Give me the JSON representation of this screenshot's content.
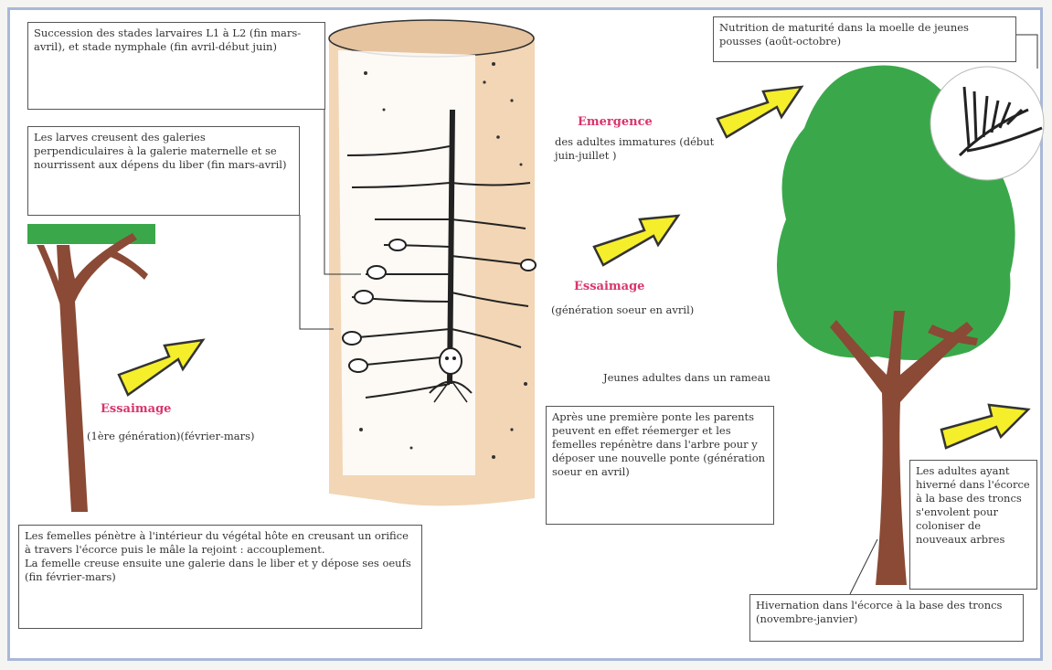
{
  "boxes": {
    "larval_stages": "Succession des stades larvaires L1 à L2 (fin mars-avril), et stade nymphale (fin avril-début juin)",
    "larvae_galleries": "Les larves creusent des galeries perpendiculaires à la galerie maternelle et se nourrissent aux dépens du liber (fin mars-avril)",
    "maturation": "Nutrition de maturité dans la moelle de jeunes pousses (août-octobre)",
    "second_laying": "Après une première ponte les parents peuvent en effet réemerger et les femelles repénètre dans l'arbre pour y déposer une nouvelle ponte (génération soeur en avril)",
    "females_penetrate_1": "Les femelles pénètre à l'intérieur du végétal hôte en creusant un orifice à travers l'écorce puis le mâle la rejoint : accouplement.",
    "females_penetrate_2": "La femelle creuse ensuite une galerie dans le liber et y dépose ses oeufs (fin février-mars)",
    "adults_overwinter": "Les adultes ayant hiverné dans l'écorce à la base des troncs s'envolent pour coloniser de nouveaux arbres",
    "hibernation": "Hivernation dans l'écorce à la base des troncs (novembre-janvier)"
  },
  "labels": {
    "emergence_title": "Emergence",
    "emergence_text": "des adultes immatures (début juin-juillet )",
    "essaimage_right_title": "Essaimage",
    "essaimage_right_text": "(génération soeur en avril)",
    "young_adults": "Jeunes adultes dans un rameau",
    "essaimage_left_title": "Essaimage",
    "essaimage_left_text": "(1ère génération)(février-mars)"
  },
  "colors": {
    "pink": "#d8356a",
    "arrow_fill": "#f5ee2a",
    "foliage": "#3aa84a",
    "trunk": "#8a4a35",
    "wood": "#f2d6b5"
  }
}
